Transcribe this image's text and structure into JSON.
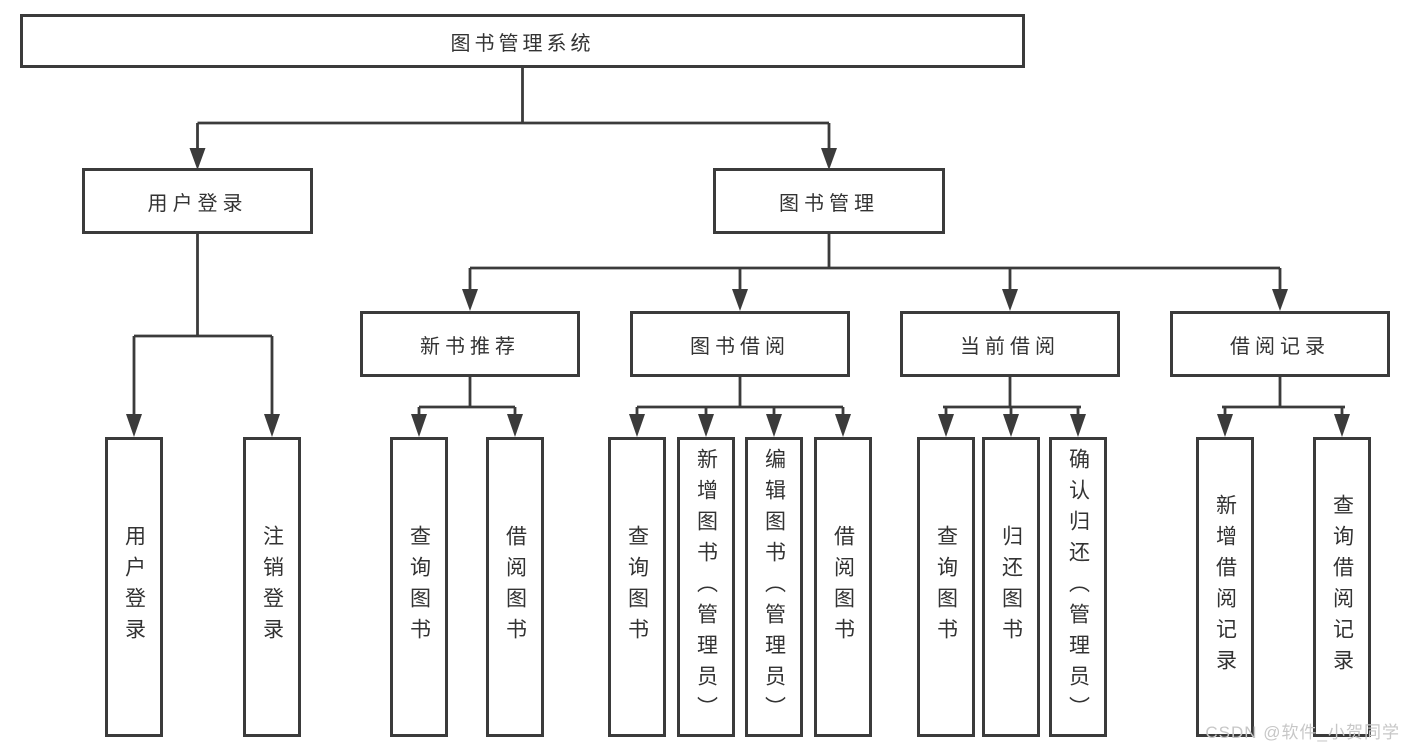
{
  "diagram": {
    "type": "hierarchy-tree",
    "orientation": "top-down",
    "colors": {
      "background": "#ffffff",
      "line": "#3b3b3b",
      "box_border": "#3b3b3b",
      "box_fill": "#ffffff",
      "text": "#333333",
      "watermark": "#c7c7c7"
    },
    "tree": {
      "root": {
        "label": "图书管理系统"
      },
      "branches": [
        {
          "label": "用户登录",
          "children": [
            {
              "label": "用户登录"
            },
            {
              "label": "注销登录"
            }
          ]
        },
        {
          "label": "图书管理",
          "children": [
            {
              "label": "新书推荐",
              "children": [
                {
                  "label": "查询图书"
                },
                {
                  "label": "借阅图书"
                }
              ]
            },
            {
              "label": "图书借阅",
              "children": [
                {
                  "label": "查询图书"
                },
                {
                  "label": "新增图书（管理员）"
                },
                {
                  "label": "编辑图书（管理员）"
                },
                {
                  "label": "借阅图书"
                }
              ]
            },
            {
              "label": "当前借阅",
              "children": [
                {
                  "label": "查询图书"
                },
                {
                  "label": "归还图书"
                },
                {
                  "label": "确认归还（管理员）"
                }
              ]
            },
            {
              "label": "借阅记录",
              "children": [
                {
                  "label": "新增借阅记录"
                },
                {
                  "label": "查询借阅记录"
                }
              ]
            }
          ]
        }
      ]
    },
    "watermark": {
      "text": "CSDN @软件_小贺同学"
    }
  }
}
